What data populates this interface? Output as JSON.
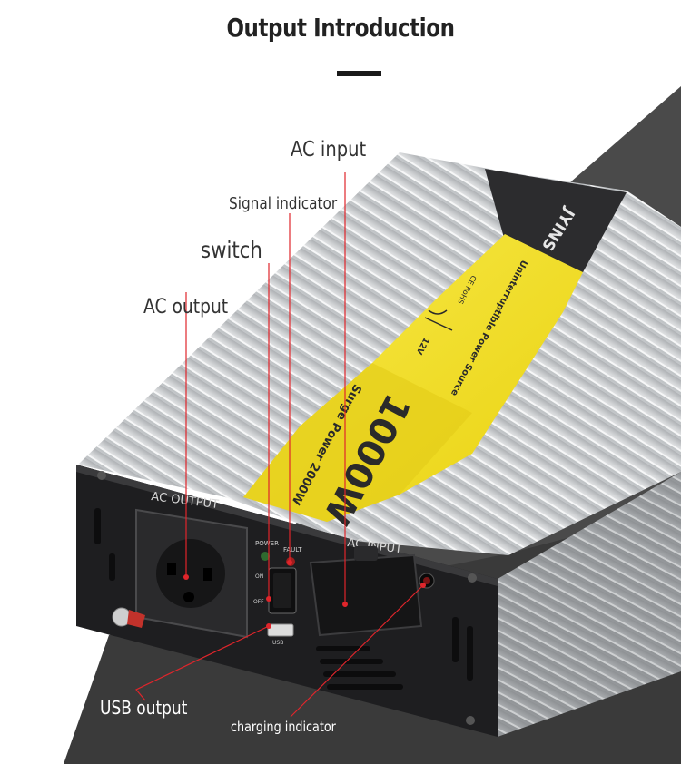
{
  "title": "Output Introduction",
  "product": {
    "brand": "JYINS",
    "subtitle": "Uninterruptible Power Source",
    "marks": "CE RoHS",
    "voltage": "12V",
    "rated_power": "1000W",
    "surge_power": "Surge Power 2000W"
  },
  "panel": {
    "ac_output_label": "AC OUTPUT",
    "ac_input_label": "AC INPUT",
    "power_led_label": "POWER",
    "fault_led_label": "FAULT",
    "switch_on_label": "ON",
    "switch_off_label": "OFF",
    "usb_label": "USB"
  },
  "callouts": {
    "ac_input": "AC input",
    "signal_indicator": "Signal indicator",
    "switch": "switch",
    "ac_output": "AC output",
    "usb_output": "USB output",
    "charging_indicator": "charging indicator"
  },
  "colors": {
    "accent_line": "#e0252b",
    "label_yellow": "#f4e21b",
    "panel_black": "#1e1e20",
    "aluminum": "#c9cbcd",
    "backdrop_gray": "#4a4a4a"
  }
}
